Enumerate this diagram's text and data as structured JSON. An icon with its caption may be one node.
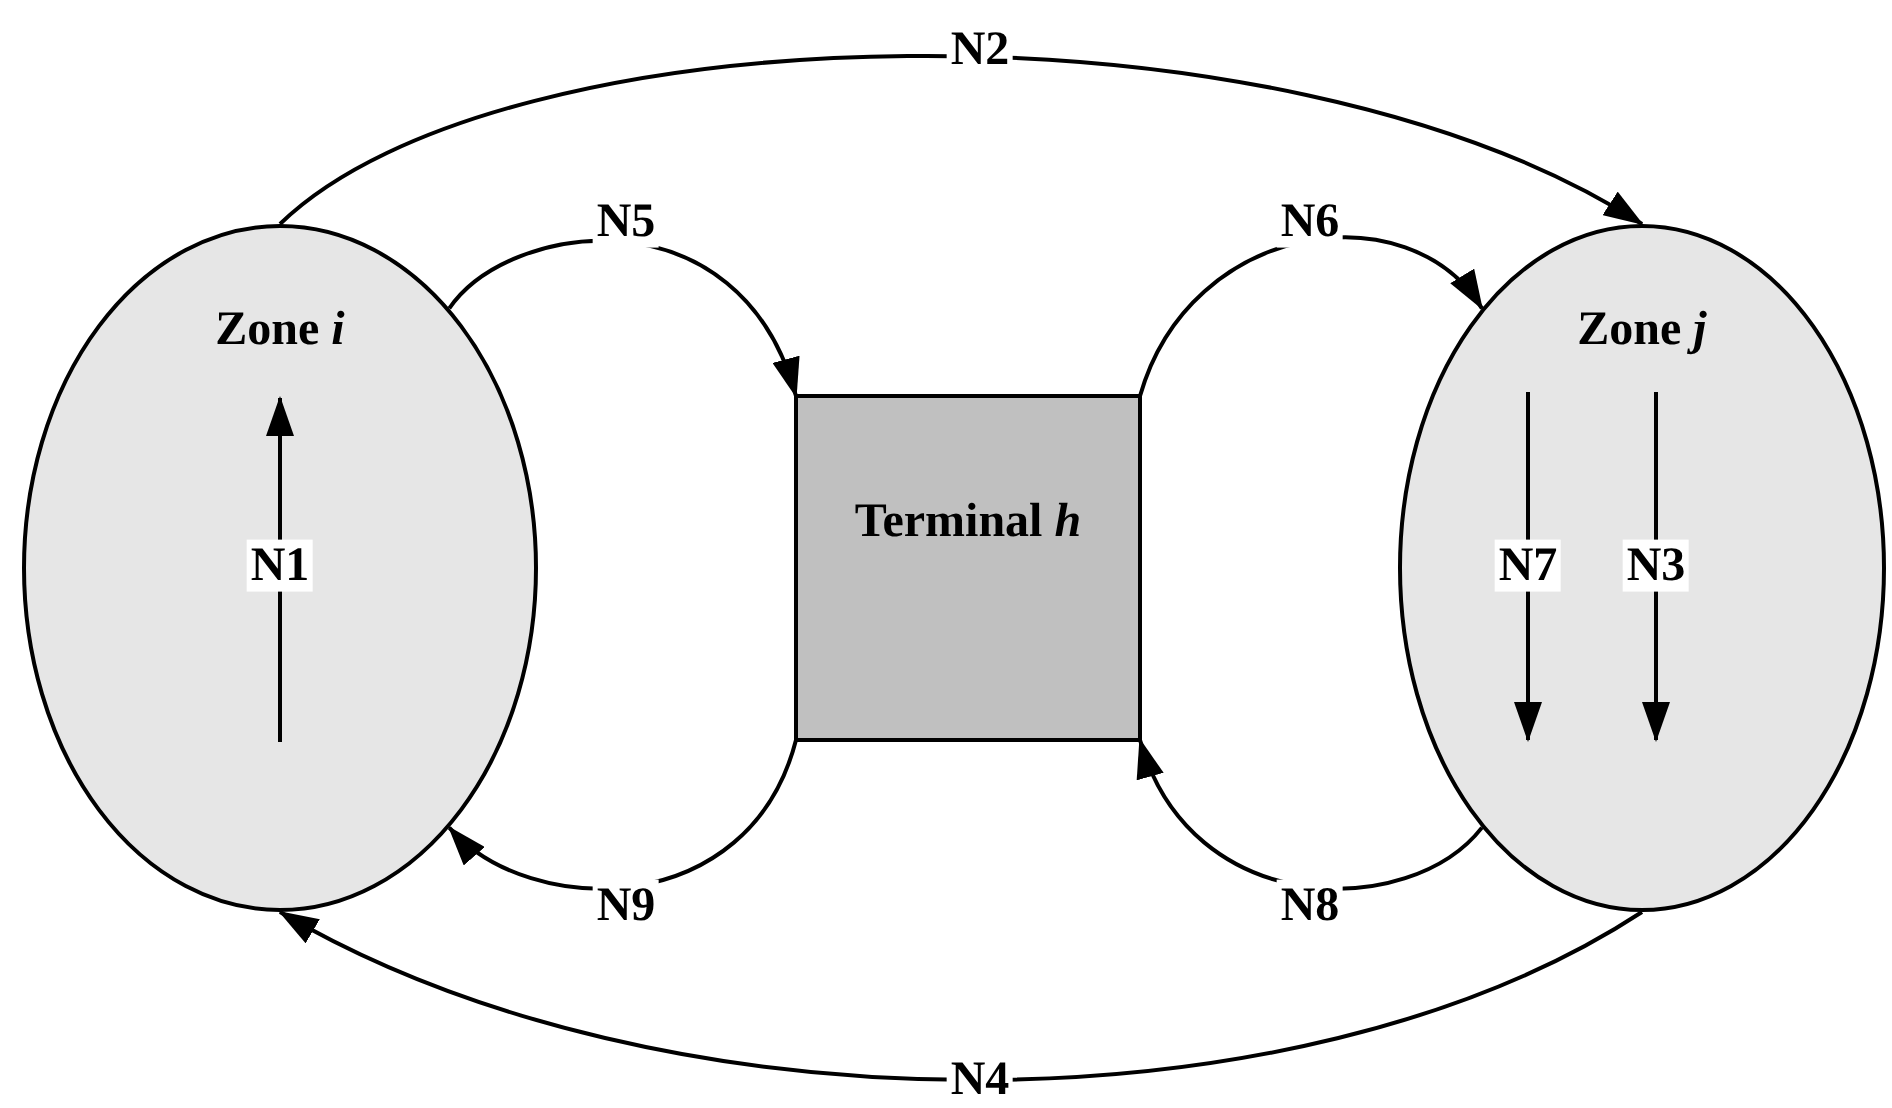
{
  "diagram": {
    "nodes": [
      {
        "text": [
          "Zone *i*"
        ]
      },
      {
        "text": [
          "Terminal *h*"
        ]
      },
      {
        "text": [
          "Zone *j*"
        ]
      }
    ],
    "edges": [
      {
        "from": 0,
        "to": 2,
        "arrow": "to",
        "label": "N2"
      },
      {
        "from": 0,
        "to": 1,
        "arrow": "to",
        "label": "N5"
      },
      {
        "from": 1,
        "to": 2,
        "arrow": "to",
        "label": "N6"
      },
      {
        "from": 2,
        "to": 1,
        "arrow": "to",
        "label": "N8"
      },
      {
        "from": 1,
        "to": 0,
        "arrow": "to",
        "label": "N9"
      },
      {
        "from": 2,
        "to": 0,
        "arrow": "to",
        "label": "N4"
      }
    ],
    "labels": [
      "N1",
      "N7",
      "N3"
    ]
  }
}
